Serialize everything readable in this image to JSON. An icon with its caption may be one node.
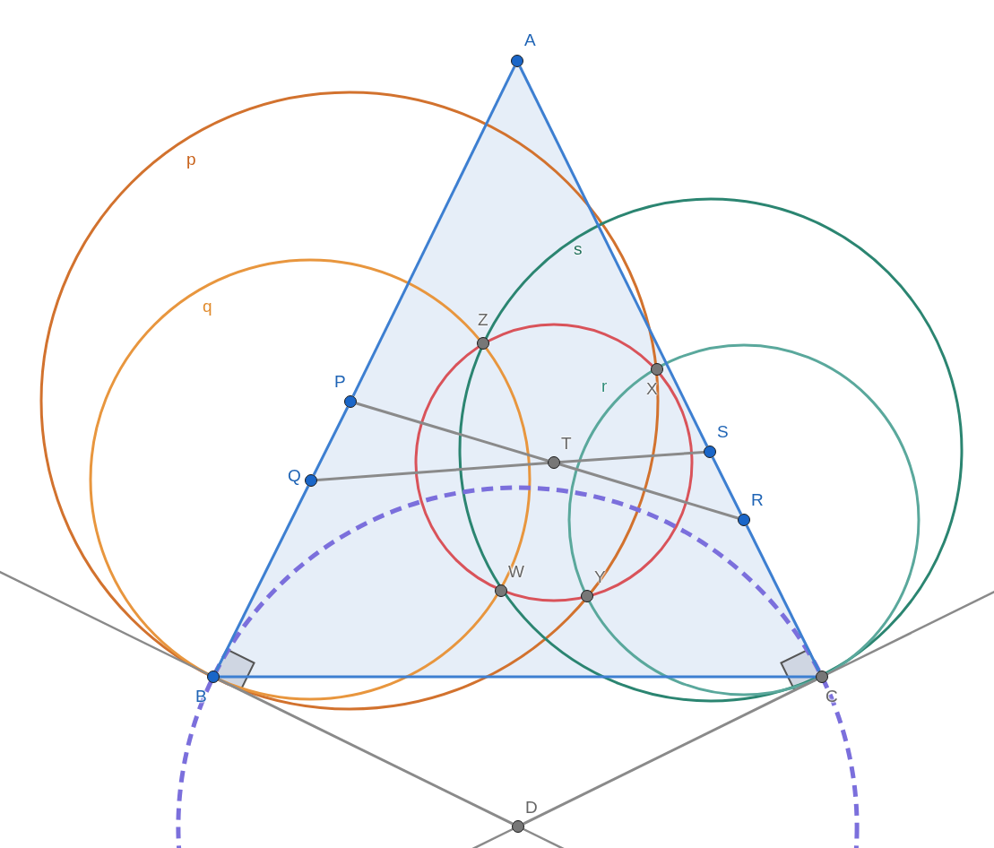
{
  "diagram": {
    "nodes": [
      {
        "text": [],
        "shape": "circle",
        "beside": [
          "A"
        ]
      },
      {
        "text": [],
        "shape": "circle",
        "beside": [
          "Z"
        ]
      },
      {
        "text": [],
        "shape": "circle",
        "beside": [
          "X"
        ]
      },
      {
        "text": [],
        "shape": "circle",
        "beside": [
          "P"
        ]
      },
      {
        "text": [],
        "shape": "circle",
        "beside": [
          "S"
        ]
      },
      {
        "text": [],
        "shape": "circle",
        "beside": [
          "T"
        ]
      },
      {
        "text": [],
        "shape": "circle",
        "beside": [
          "Q"
        ]
      },
      {
        "text": [],
        "shape": "circle",
        "beside": [
          "R"
        ]
      },
      {
        "text": [],
        "shape": "circle",
        "beside": [
          "W"
        ]
      },
      {
        "text": [],
        "shape": "circle",
        "beside": [
          "Y"
        ]
      },
      {
        "text": [],
        "shape": "circle",
        "beside": [
          "B"
        ]
      },
      {
        "text": [],
        "shape": "circle",
        "beside": [
          "C"
        ]
      },
      {
        "text": [],
        "shape": "circle",
        "beside": [
          "D"
        ]
      }
    ],
    "edges": [
      {
        "from": 0,
        "to": 3,
        "arrow": "none",
        "color": "#3d7fd1"
      },
      {
        "from": 3,
        "to": 6,
        "arrow": "none",
        "color": "#3d7fd1"
      },
      {
        "from": 6,
        "to": 10,
        "arrow": "none",
        "color": "#3d7fd1"
      },
      {
        "from": 0,
        "to": 4,
        "arrow": "none",
        "color": "#3d7fd1"
      },
      {
        "from": 4,
        "to": 7,
        "arrow": "none",
        "color": "#3d7fd1"
      },
      {
        "from": 7,
        "to": 11,
        "arrow": "none",
        "color": "#3d7fd1"
      },
      {
        "from": 10,
        "to": 11,
        "arrow": "none",
        "color": "#3d7fd1"
      },
      {
        "from": 3,
        "to": 5,
        "arrow": "none"
      },
      {
        "from": 5,
        "to": 7,
        "arrow": "none"
      },
      {
        "from": 6,
        "to": 5,
        "arrow": "none"
      },
      {
        "from": 5,
        "to": 4,
        "arrow": "none"
      },
      {
        "from": 10,
        "to": 12,
        "arrow": "none"
      },
      {
        "from": 11,
        "to": 12,
        "arrow": "none"
      }
    ],
    "labels": [
      "p",
      "s",
      "q",
      "r"
    ]
  }
}
